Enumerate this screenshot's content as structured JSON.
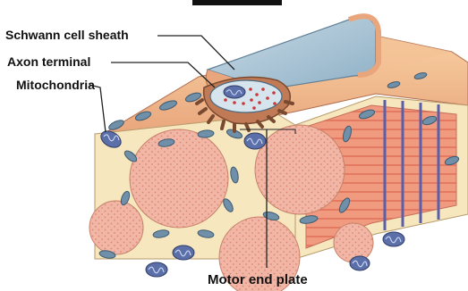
{
  "labels": {
    "schwann": "Schwann cell sheath",
    "axon_terminal": "Axon terminal",
    "mitochondria": "Mitochondria",
    "motor_end_plate": "Motor end plate"
  },
  "colors": {
    "fiber_fill": "#f2b6a6",
    "fiber_dot": "#d9876f",
    "matrix": "#f6e7bf",
    "cell_blue": "#6f90a8",
    "sheath": "#a8c4d6",
    "membrane": "#e98b6c",
    "mitochondria": "#5b6fa8",
    "vesicles": "#c83a3a"
  }
}
